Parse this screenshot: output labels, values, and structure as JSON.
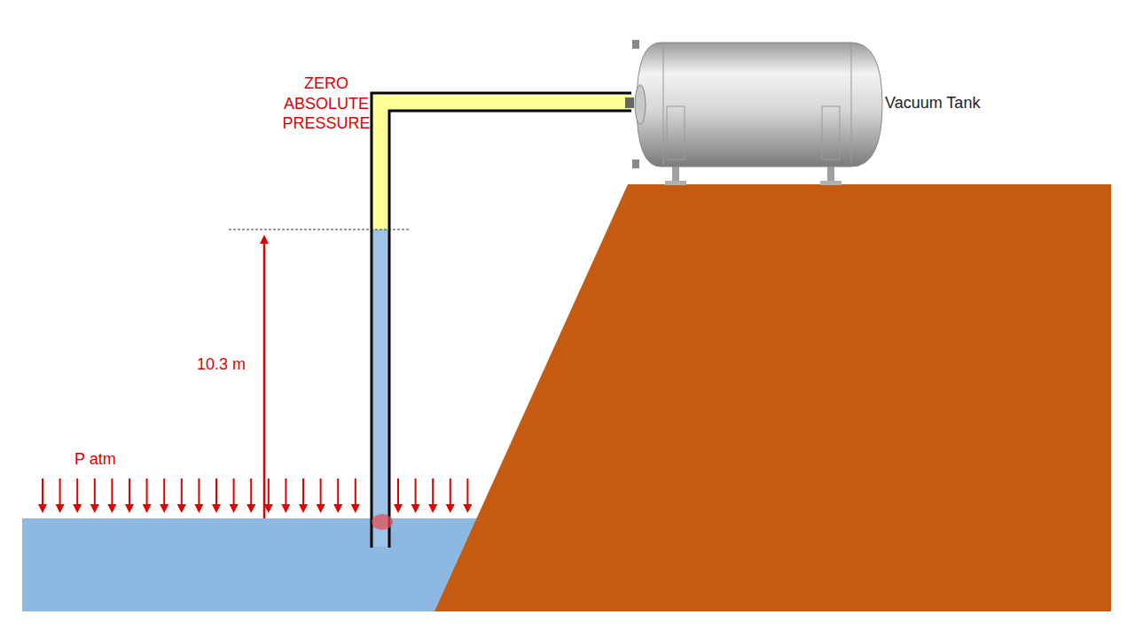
{
  "diagram": {
    "labels": [
      "ZERO ABSOLUTE PRESSURE",
      "10.3 m",
      "P atm",
      "Vacuum Tank"
    ]
  }
}
